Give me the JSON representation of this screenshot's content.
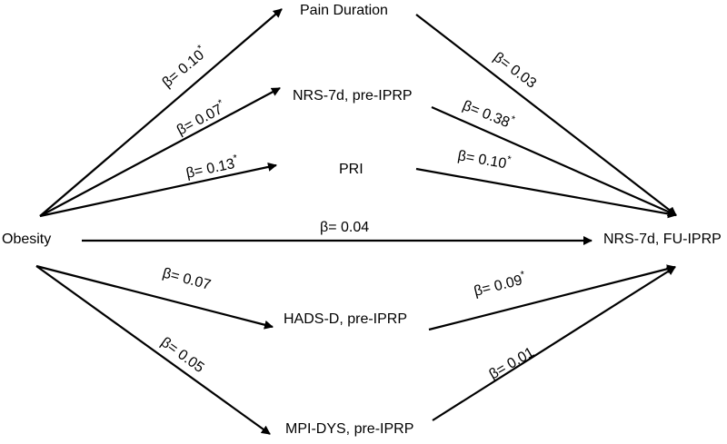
{
  "nodes": {
    "obesity": "Obesity",
    "pain_duration": "Pain Duration",
    "nrs_pre": "NRS-7d, pre-IPRP",
    "pri": "PRI",
    "nrs_fu": "NRS-7d, FU-IPRP",
    "hads_pre": "HADS-D, pre-IPRP",
    "mpi_pre": "MPI-DYS, pre-IPRP"
  },
  "edges": {
    "obesity_to_pain_duration": {
      "label": "β= 0.10",
      "sig": "*"
    },
    "obesity_to_nrs_pre": {
      "label": "β= 0.07",
      "sig": "*"
    },
    "obesity_to_pri": {
      "label": "β= 0.13",
      "sig": "*"
    },
    "obesity_to_nrs_fu": {
      "label": "β= 0.04",
      "sig": ""
    },
    "obesity_to_hads_pre": {
      "label": "β= 0.07",
      "sig": ""
    },
    "obesity_to_mpi_pre": {
      "label": "β= 0.05",
      "sig": ""
    },
    "pain_duration_to_nrs_fu": {
      "label": "β= 0.03",
      "sig": ""
    },
    "nrs_pre_to_nrs_fu": {
      "label": "β= 0.38",
      "sig": "*"
    },
    "pri_to_nrs_fu": {
      "label": "β= 0.10",
      "sig": "*"
    },
    "hads_pre_to_nrs_fu": {
      "label": "β= 0.09",
      "sig": "*"
    },
    "mpi_pre_to_nrs_fu": {
      "label": "β= 0.01",
      "sig": ""
    }
  }
}
